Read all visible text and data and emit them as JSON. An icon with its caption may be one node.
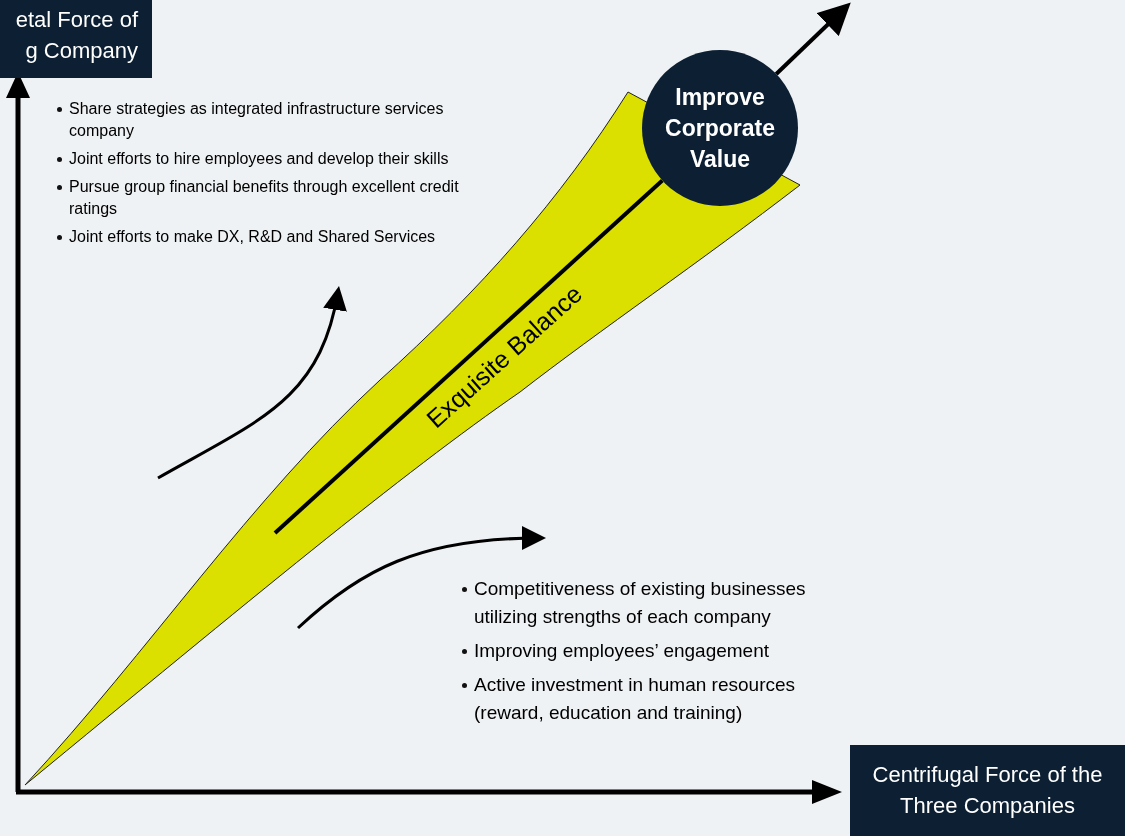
{
  "diagram": {
    "nodes": [
      {
        "text": [
          "etal Force of g Company"
        ]
      },
      {
        "text": [
          "Centrifugal Force of the Three Companies"
        ]
      },
      {
        "text": [
          "Improve Corporate Value"
        ]
      },
      {
        "text": [
          "Exquisite Balance"
        ]
      }
    ],
    "edges": [
      {
        "from": 3,
        "to": 2,
        "arrow": "none"
      },
      {
        "from": 2,
        "to": null,
        "arrow": "to"
      }
    ],
    "labels": [
      "Share strategies as integrated infrastructure services company",
      "Joint efforts to hire employees and develop their skills",
      "Pursue group financial benefits through excellent credit ratings",
      "Joint efforts to make DX, R&D and Shared Services",
      "Competitiveness of existing businesses utilizing strengths of each company",
      "Improving employees’ engagement",
      "Active investment in human resources (reward, education and training)"
    ]
  }
}
